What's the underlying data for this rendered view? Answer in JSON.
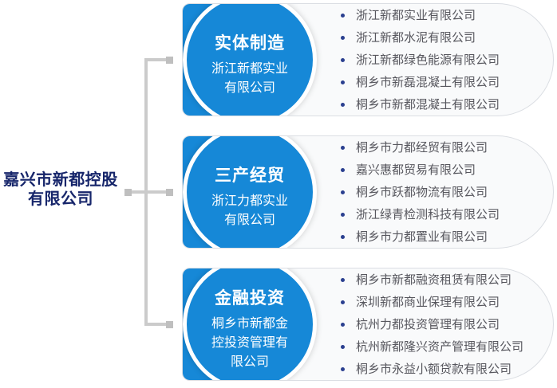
{
  "root": {
    "line1": "嘉兴市新都控股",
    "line2": "有限公司"
  },
  "groups": [
    {
      "title": "实体制造",
      "subtitle": "浙江新都实业有限公司",
      "companies": [
        "浙江新都实业有限公司",
        "浙江新都水泥有限公司",
        "浙江新都绿色能源有限公司",
        "桐乡市新磊混凝土有限公司",
        "桐乡市新都混凝土有限公司"
      ]
    },
    {
      "title": "三产经贸",
      "subtitle": "浙江力都实业有限公司",
      "companies": [
        "桐乡市力都经贸有限公司",
        "嘉兴惠都贸易有限公司",
        "桐乡市跃都物流有限公司",
        "浙江绿青检测科技有限公司",
        "桐乡市力都置业有限公司"
      ]
    },
    {
      "title": "金融投资",
      "subtitle": "桐乡市新都金控投资管理有限公司",
      "companies": [
        "桐乡市新都融资租赁有限公司",
        "深圳新都商业保理有限公司",
        "杭州力都投资管理有限公司",
        "杭州新都隆兴资产管理有限公司",
        "桐乡市永益小额贷款有限公司"
      ]
    }
  ],
  "colors": {
    "accent_blue": "#1688d7",
    "root_text_navy": "#17266b",
    "connector_gray": "#cbcbcb",
    "connector_node_gray": "#bfbfbf",
    "bullet_navy": "#2a3f8f",
    "list_text_gray": "#57575e",
    "card_border": "#dbdee3",
    "card_bg": "#f9fafb"
  }
}
